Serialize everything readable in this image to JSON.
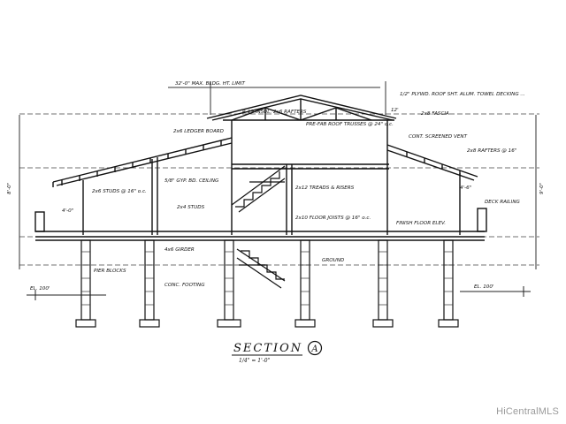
{
  "drawing": {
    "title": "SECTION",
    "marker": "A",
    "scale": "1/4\" = 1'-0\"",
    "notes": {
      "top_dim": "32'-0\" MAX. BLDG. HT. LIMIT",
      "roof_right": "1/2\" PLYWD. ROOF SHT. ALUM. TOWEL DECKING ...",
      "ridge_left": "R-19 INSUL. 2x6 RAFTERS",
      "ridge_mid": "PRE-FAB ROOF TRUSSES @ 24\" o.c.",
      "fascia": "2x8 FASCIA",
      "gable_left": "2x6 LEDGER BOARD",
      "cont_vent": "CONT. SCREENED VENT",
      "rafter_r": "2x8 RAFTERS @ 16\"",
      "wall_left": "2x6 STUDS @ 16\" o.c.",
      "ceiling_l": "5/8\" GYP. BD. CEILING",
      "stair_upper": "2x12 TREADS & RISERS",
      "stair_lower": "2x4 STUDS",
      "floor_note": "2x10 FLOOR JOISTS @ 16\" o.c.",
      "girder_note": "4x6 GIRDER",
      "finish_floor_r": "FINISH FLOOR ELEV.",
      "deck_r": "DECK RAILING",
      "ground_note": "GROUND",
      "footing_note": "CONC. FOOTING",
      "pier_note": "PIER BLOCKS",
      "elev_left": "EL. 100'",
      "elev_right": "EL. 100'",
      "dim_a": "4'-0\"",
      "dim_b": "4'-6\"",
      "dim_c": "8'-0\"",
      "dim_d": "9'-0\"",
      "dim_e": "12'"
    }
  },
  "watermark": "HiCentralMLS"
}
